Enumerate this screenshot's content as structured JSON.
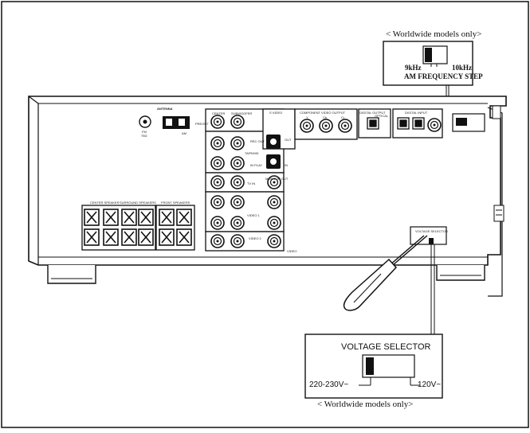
{
  "callouts": {
    "am_step": {
      "caption": "< Worldwide models only>",
      "title": "AM FREQUENCY STEP",
      "left_value": "9kHz",
      "right_value": "10kHz"
    },
    "voltage": {
      "caption": "< Worldwide models only>",
      "title": "VOLTAGE SELECTOR",
      "left_value": "220-230V~",
      "right_value": "120V~"
    }
  },
  "panel_labels": {
    "antenna": "ANTENNA",
    "fm": "FM",
    "fm_ohm": "75Ω",
    "am": "AM",
    "center": "CENTER",
    "subwoofer": "SUBWOOFER",
    "preout": "PREOUT",
    "rec_out": "REC OUT",
    "tape_md": "TAPE/MD",
    "in_play": "IN PLAY",
    "tv_in": "TV IN",
    "s_video": "S VIDEO",
    "monitor_out": "MONITOR OUT",
    "out": "OUT",
    "in": "IN",
    "video1": "VIDEO 1",
    "video2": "VIDEO 2",
    "video": "VIDEO",
    "component_video_output": "COMPONENT VIDEO OUTPUT",
    "y": "Y",
    "cb": "Cb",
    "cr": "Cr",
    "digital_output": "DIGITAL OUTPUT",
    "optical": "OPTICAL",
    "digital_input": "DIGITAL INPUT",
    "center_speaker": "CENTER SPEAKER",
    "surround_speakers": "SURROUND SPEAKERS",
    "front_speakers": "FRONT SPEAKERS",
    "voltage_selector_small": "VOLTAGE SELECTOR"
  }
}
